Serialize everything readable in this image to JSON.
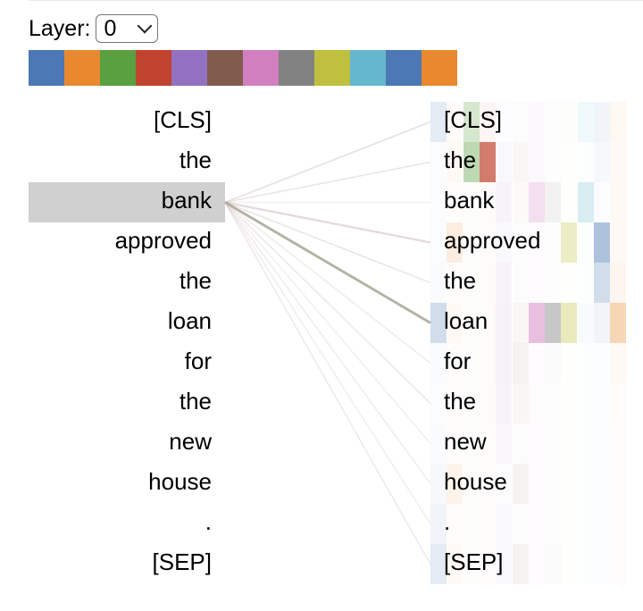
{
  "layer_control": {
    "label": "Layer:",
    "value": "0"
  },
  "head_colors": [
    "#4c78b5",
    "#e8892f",
    "#5aa040",
    "#c0432f",
    "#9271c0",
    "#825b4f",
    "#d17fbf",
    "#828282",
    "#c0c040",
    "#64b7cc",
    "#4c78b5",
    "#e8892f"
  ],
  "left_tokens": [
    "[CLS]",
    "the",
    "bank",
    "approved",
    "the",
    "loan",
    "for",
    "the",
    "new",
    "house",
    ".",
    "[SEP]"
  ],
  "right_tokens": [
    "[CLS]",
    "the",
    "bank",
    "approved",
    "the",
    "loan",
    "for",
    "the",
    "new",
    "house",
    ".",
    "[SEP]"
  ],
  "selected_token_index": 2,
  "attention_from_selected": [
    0.15,
    0.12,
    0.06,
    0.22,
    0.12,
    0.32,
    0.08,
    0.1,
    0.06,
    0.08,
    0.07,
    0.09
  ],
  "head_attention_matrix": [
    [
      0.15,
      0.03,
      0.25,
      0.05,
      0.02,
      0.02,
      0.05,
      0.02,
      0.03,
      0.1,
      0.08,
      0.06
    ],
    [
      0.02,
      0.05,
      0.4,
      0.7,
      0.05,
      0.05,
      0.05,
      0.02,
      0.02,
      0.02,
      0.05,
      0.05
    ],
    [
      0.02,
      0.02,
      0.02,
      0.02,
      0.08,
      0.03,
      0.25,
      0.1,
      0.02,
      0.25,
      0.02,
      0.05
    ],
    [
      0.02,
      0.15,
      0.02,
      0.02,
      0.05,
      0.02,
      0.02,
      0.02,
      0.3,
      0.02,
      0.45,
      0.05
    ],
    [
      0.03,
      0.02,
      0.02,
      0.02,
      0.08,
      0.02,
      0.02,
      0.02,
      0.02,
      0.02,
      0.25,
      0.08
    ],
    [
      0.25,
      0.05,
      0.02,
      0.02,
      0.1,
      0.05,
      0.5,
      0.45,
      0.35,
      0.05,
      0.08,
      0.35
    ],
    [
      0.03,
      0.02,
      0.02,
      0.02,
      0.1,
      0.08,
      0.02,
      0.03,
      0.02,
      0.02,
      0.02,
      0.05
    ],
    [
      0.02,
      0.02,
      0.02,
      0.02,
      0.08,
      0.05,
      0.03,
      0.02,
      0.02,
      0.02,
      0.02,
      0.03
    ],
    [
      0.03,
      0.02,
      0.02,
      0.02,
      0.06,
      0.02,
      0.02,
      0.02,
      0.02,
      0.02,
      0.02,
      0.02
    ],
    [
      0.05,
      0.1,
      0.02,
      0.02,
      0.02,
      0.08,
      0.02,
      0.02,
      0.02,
      0.02,
      0.02,
      0.02
    ],
    [
      0.08,
      0.02,
      0.02,
      0.02,
      0.05,
      0.02,
      0.02,
      0.02,
      0.02,
      0.02,
      0.02,
      0.02
    ],
    [
      0.15,
      0.05,
      0.02,
      0.02,
      0.05,
      0.08,
      0.02,
      0.03,
      0.02,
      0.02,
      0.02,
      0.02
    ]
  ]
}
